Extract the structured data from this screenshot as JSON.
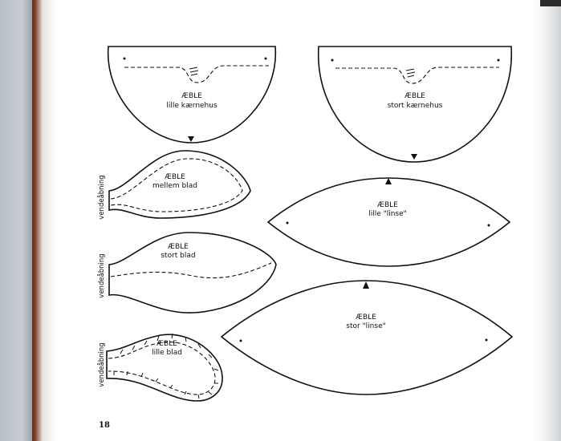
{
  "page": {
    "number": "18"
  },
  "pieces": {
    "small_core": {
      "line1": "ÆBLE",
      "line2": "lille kærnehus"
    },
    "large_core": {
      "line1": "ÆBLE",
      "line2": "stort kærnehus"
    },
    "medium_leaf": {
      "line1": "ÆBLE",
      "line2": "mellem blad",
      "side": "vendeåbning"
    },
    "small_lens": {
      "line1": "ÆBLE",
      "line2": "lille \"linse\""
    },
    "large_leaf": {
      "line1": "ÆBLE",
      "line2": "stort blad",
      "side": "vendeåbning"
    },
    "large_lens": {
      "line1": "ÆBLE",
      "line2": "stor \"linse\""
    },
    "small_leaf": {
      "line1": "ÆBLE",
      "line2": "lille blad",
      "side": "vendeåbning"
    }
  }
}
